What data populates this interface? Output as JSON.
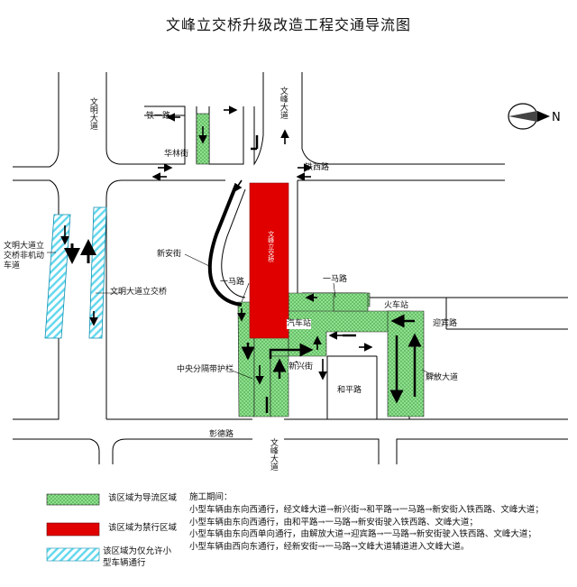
{
  "title": "文峰立交桥升级改造工程交通导流图",
  "roads": {
    "tielu": "铁一路",
    "wenming_dadao_top": "文明大道",
    "wenfeng_dadao_top": "文峰大道",
    "hualin_jie": "华林街",
    "tiexi_lu": "铁西路",
    "xinan_jie": "新安街",
    "yima_lu_left": "一马路",
    "yima_lu_right": "一马路",
    "huochezhan": "火车站",
    "qiche_zhan": "汽车站",
    "yingbin_lu": "迎宾路",
    "xinxing_jie": "新兴街",
    "heping_lu": "和平路",
    "jiefang_dadao": "解放大道",
    "zhongyang_fenge": "中央分隔带护栏",
    "zhangde_lu": "彰德路",
    "wenfeng_dadao_bottom": "文峰大道",
    "wenming_feijidong": "文明大道立交桥非机动车道",
    "wenming_lijiaoqiao": "文明大道立交桥",
    "bridge_label": "文峰立交桥"
  },
  "compass_letter": "N",
  "legend": [
    {
      "label": "该区域为导流区域",
      "color": "#7ddc7d",
      "pattern": "dots"
    },
    {
      "label": "该区域为禁行区域",
      "color": "#e00000",
      "pattern": "solid"
    },
    {
      "label": "该区域为仅允许小型车辆通行",
      "color": "#66d9ee",
      "pattern": "hatch"
    }
  ],
  "notes": [
    "施工期间：",
    "小型车辆由东向西通行，经文峰大道→新兴街→和平路→一马路→新安街入铁西路、文峰大道；",
    "小型车辆由东向西通行，由和平路→一马路→新安街驶入铁西路、文峰大道；",
    "小型车辆由东向西单向通行，由解放大道→迎宾路→一马路→新安街驶入铁西路、文峰大道；",
    "小型车辆由西向东通行，经新安街→一马路→文峰大道辅道进入文峰大道。"
  ]
}
